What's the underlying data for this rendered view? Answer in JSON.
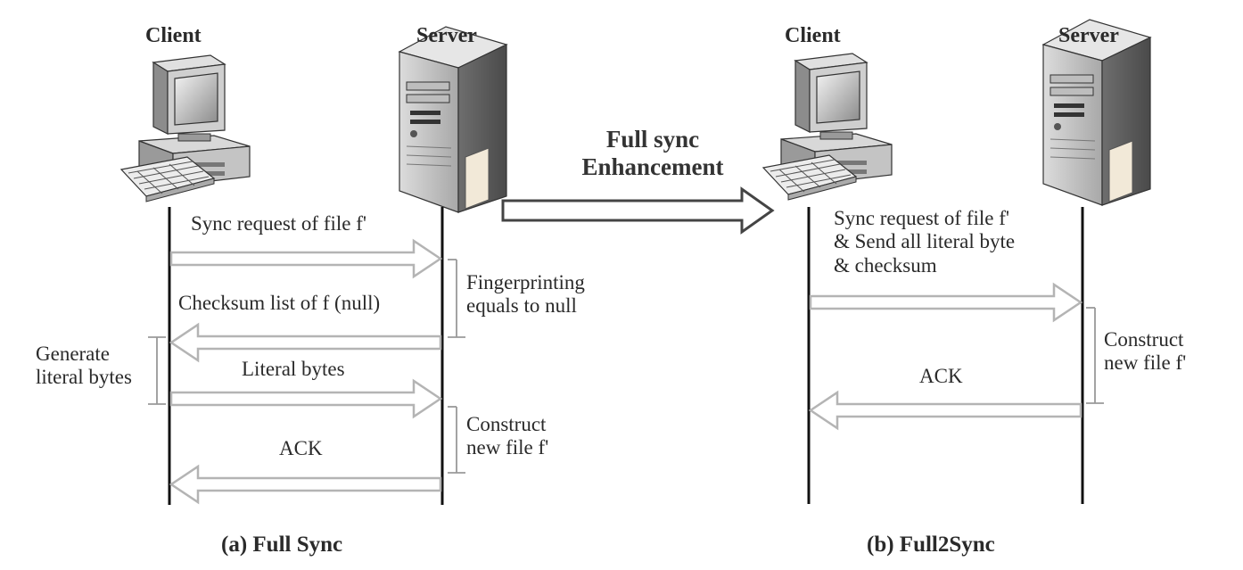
{
  "left": {
    "client_label": "Client",
    "server_label": "Server",
    "messages": {
      "sync_request": "Sync request of file f'",
      "checksum_list": "Checksum list of  f (null)",
      "literal_bytes": "Literal bytes",
      "ack": "ACK"
    },
    "side_notes": {
      "fingerprinting": "Fingerprinting\nequals to null",
      "generate": "Generate\nliteral bytes",
      "construct": "Construct\nnew file f'"
    },
    "caption": "(a) Full Sync"
  },
  "enhancement_label": "Full sync\nEnhancement",
  "right": {
    "client_label": "Client",
    "server_label": "Server",
    "messages": {
      "sync_request": "Sync request of file f'\n& Send all literal byte\n& checksum",
      "ack": "ACK"
    },
    "side_notes": {
      "construct": "Construct\nnew file f'"
    },
    "caption": "(b) Full2Sync"
  },
  "icons": {
    "client": "desktop-computer-icon",
    "server": "tower-server-icon"
  },
  "colors": {
    "arrow_outline": "#b4b4b4",
    "lifeline": "#111111",
    "text": "#2a2a2a"
  }
}
